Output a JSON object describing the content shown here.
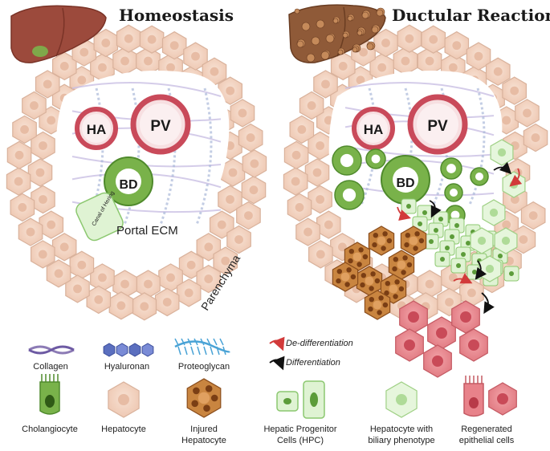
{
  "titles": {
    "left": "Homeostasis",
    "right": "Ductular Reaction"
  },
  "structures": {
    "ha": "HA",
    "pv": "PV",
    "bd": "BD",
    "portal_ecm": "Portal ECM",
    "parenchyma": "Parenchyma",
    "canal_of_hering": "Canal of Hering"
  },
  "arrow_legend": {
    "dedifferentiation": "De-differentiation",
    "differentiation": "Differentiation"
  },
  "ecm_legend": {
    "collagen": "Collagen",
    "hyaluronan": "Hyaluronan",
    "proteoglycan": "Proteoglycan"
  },
  "cell_legend": {
    "cholangiocyte": "Cholangiocyte",
    "hepatocyte": "Hepatocyte",
    "injured_line1": "Injured",
    "injured_line2": "Hepatocyte",
    "hpc_line1": "Hepatic Progenitor",
    "hpc_line2": "Cells (HPC)",
    "biliary_line1": "Hepatocyte with",
    "biliary_line2": "biliary phenotype",
    "regenerated_line1": "Regenerated",
    "regenerated_line2": "epithelial cells"
  },
  "colors": {
    "hepatocyte": "#f2d3c1",
    "hepatocyte_stroke": "#d9b29c",
    "cholangiocyte": "#79b24a",
    "hpc": "#dff3d3",
    "vessel_wall": "#c94a5a",
    "injured": "#b86a2c",
    "regenerated": "#e8828a",
    "collagen": "#8c7bb5",
    "hyaluronan": "#5b6fbf",
    "proteoglycan": "#4aa3d6"
  }
}
